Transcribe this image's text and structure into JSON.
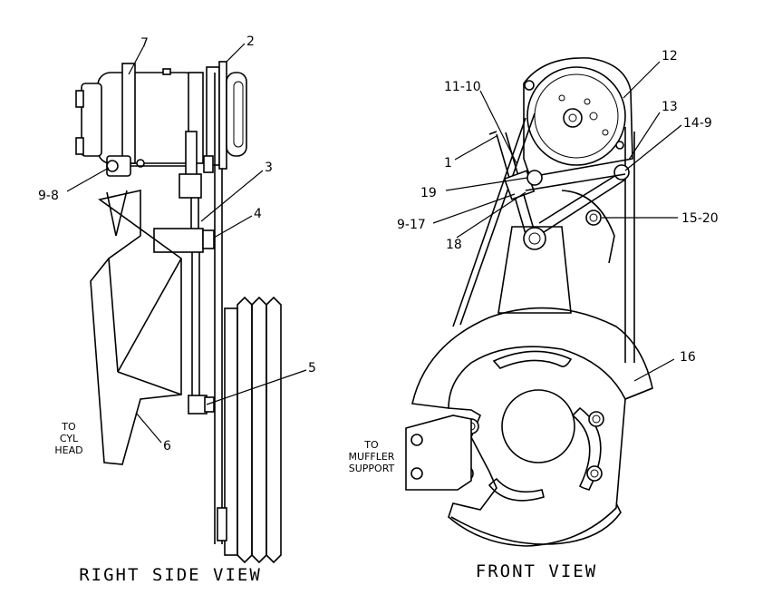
{
  "callouts": {
    "c7": "7",
    "c2": "2",
    "c3": "3",
    "c4": "4",
    "c5": "5",
    "c6": "6",
    "c9_8": "9-8",
    "c12": "12",
    "c11_10": "11-10",
    "c1": "1",
    "c13": "13",
    "c14_9": "14-9",
    "c19": "19",
    "c9_17": "9-17",
    "c18": "18",
    "c15_20": "15-20",
    "c16": "16"
  },
  "notes": {
    "cyl_head_l1": "TO",
    "cyl_head_l2": "CYL",
    "cyl_head_l3": "HEAD",
    "muffler_l1": "TO",
    "muffler_l2": "MUFFLER",
    "muffler_l3": "SUPPORT"
  },
  "views": {
    "right_side": "RIGHT SIDE VIEW",
    "front": "FRONT VIEW"
  }
}
